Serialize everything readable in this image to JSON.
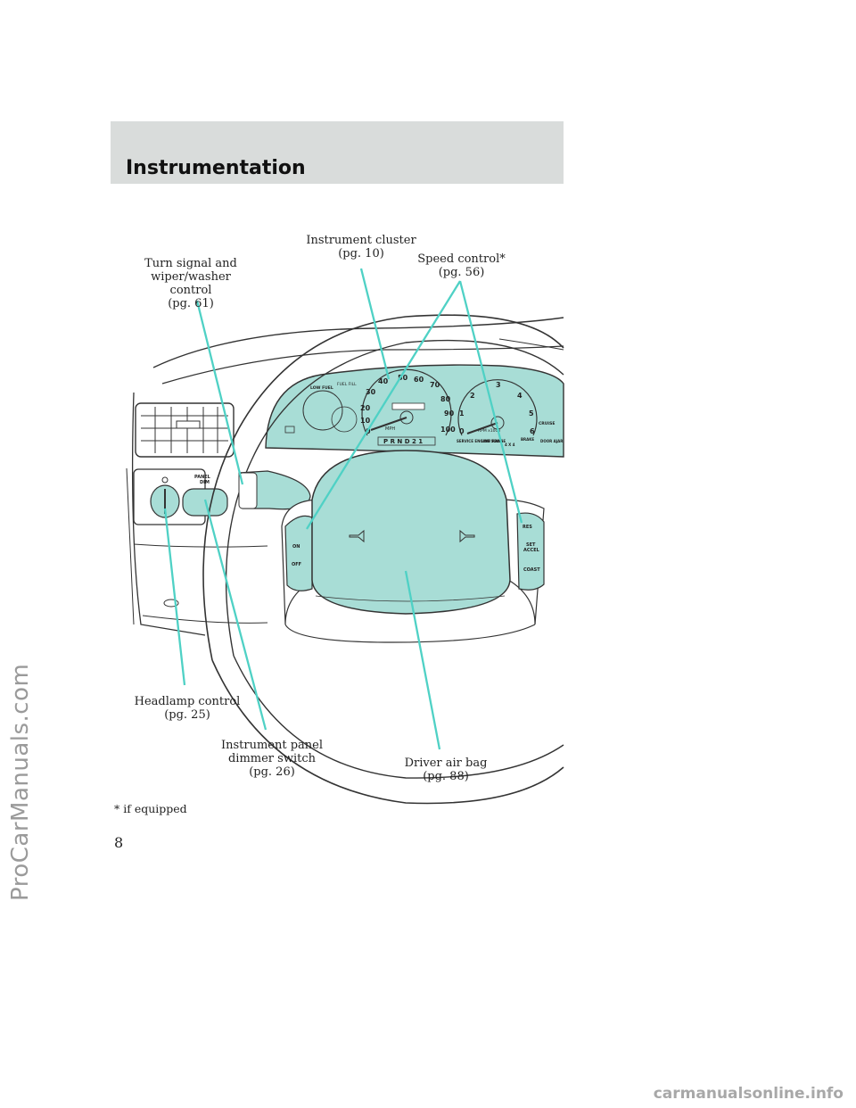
{
  "section": {
    "title": "Instrumentation"
  },
  "callouts": {
    "turn_signal": {
      "line1": "Turn signal and",
      "line2": "wiper/washer control",
      "page": "(pg. 61)"
    },
    "instrument_cluster": {
      "line1": "Instrument cluster",
      "page": "(pg. 10)"
    },
    "speed_control": {
      "line1": "Speed control*",
      "page": "(pg. 56)"
    },
    "headlamp": {
      "line1": "Headlamp control",
      "page": "(pg. 25)"
    },
    "dimmer": {
      "line1": "Instrument panel",
      "line2": "dimmer switch",
      "page": "(pg. 26)"
    },
    "airbag": {
      "line1": "Driver air bag",
      "page": "(pg. 88)"
    }
  },
  "footnote": "* if equipped",
  "page_number": "8",
  "watermarks": {
    "side": "ProCarManuals.com",
    "bottom": "carmanualsonline.info"
  },
  "cluster_labels": {
    "speed_numbers": [
      "10",
      "20",
      "30",
      "40",
      "50",
      "60",
      "70",
      "80",
      "90",
      "100"
    ],
    "speed_zero": "0",
    "mph": "MPH",
    "gear_indicator": "P R N D 2 1",
    "rpm_numbers": [
      "0",
      "1",
      "2",
      "3",
      "4",
      "5",
      "6"
    ],
    "rpm_label": "RPM x1000",
    "low_fuel": "LOW FUEL",
    "fuel_fill": "FUEL FILL",
    "service_engine": "SERVICE ENGINE SOON",
    "low_range": "LOW RANGE",
    "four_x_four": "4 X 4",
    "brake": "BRAKE",
    "door_ajar": "DOOR AJAR",
    "cruise": "CRUISE"
  },
  "control_labels": {
    "panel_dim": "PANEL DIM",
    "on": "ON",
    "off": "OFF",
    "res": "RES",
    "set_accel": "SET ACCEL",
    "coast": "COAST"
  },
  "colors": {
    "accent": "#a8ddd6",
    "line": "#4fd1c5",
    "header_band": "#d9dcdb"
  }
}
